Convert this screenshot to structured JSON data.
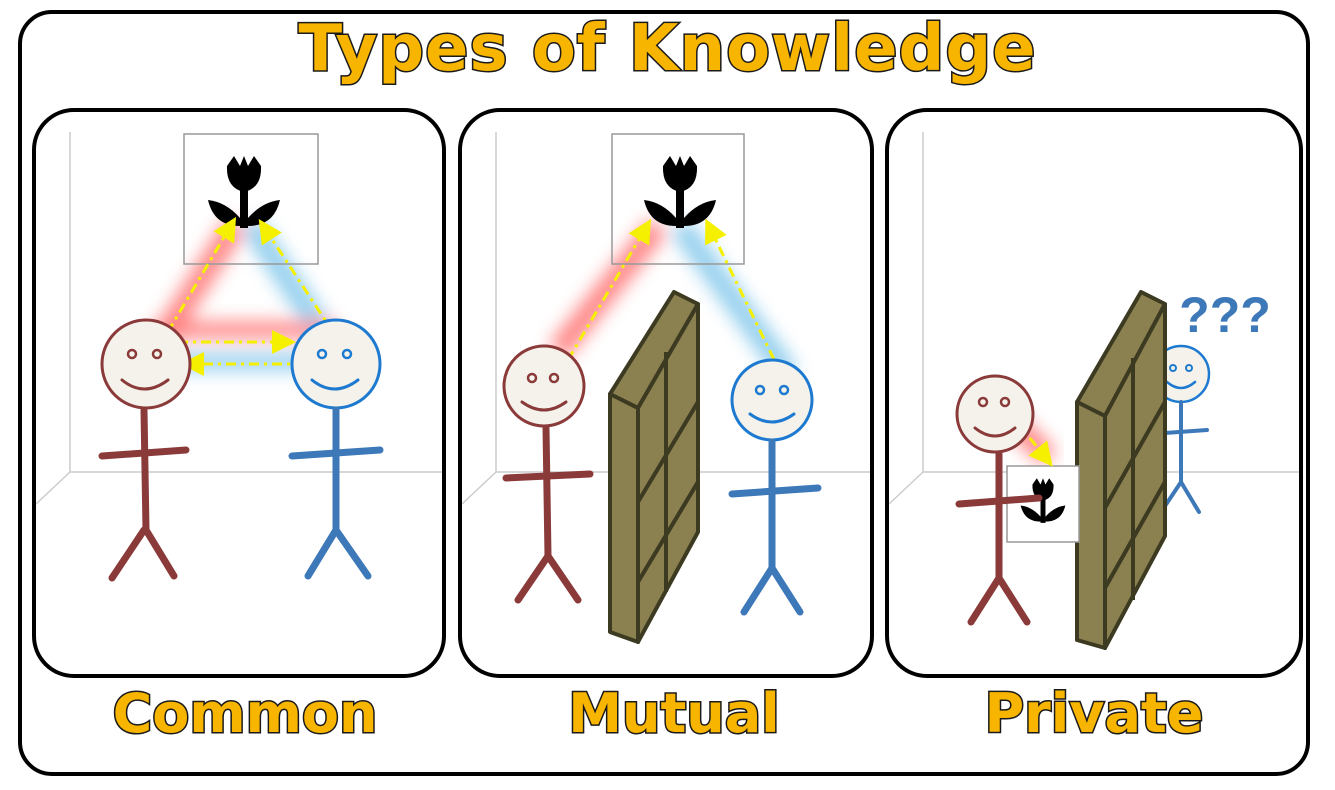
{
  "title": "Types of Knowledge",
  "panels": [
    {
      "label": "Common"
    },
    {
      "label": "Mutual"
    },
    {
      "label": "Private"
    }
  ],
  "private_annotation": "???",
  "colors": {
    "title_fill": "#f7b500",
    "agent_a": "#8b3a3a",
    "agent_b": "#3d78b8",
    "gaze_arrow": "#f5f000",
    "fence": "#8b8050",
    "glow_red": "#ff6a6a",
    "glow_blue": "#7cc4ea"
  },
  "icons": [
    "flower-icon",
    "fence-icon",
    "stick-figure-icon"
  ]
}
